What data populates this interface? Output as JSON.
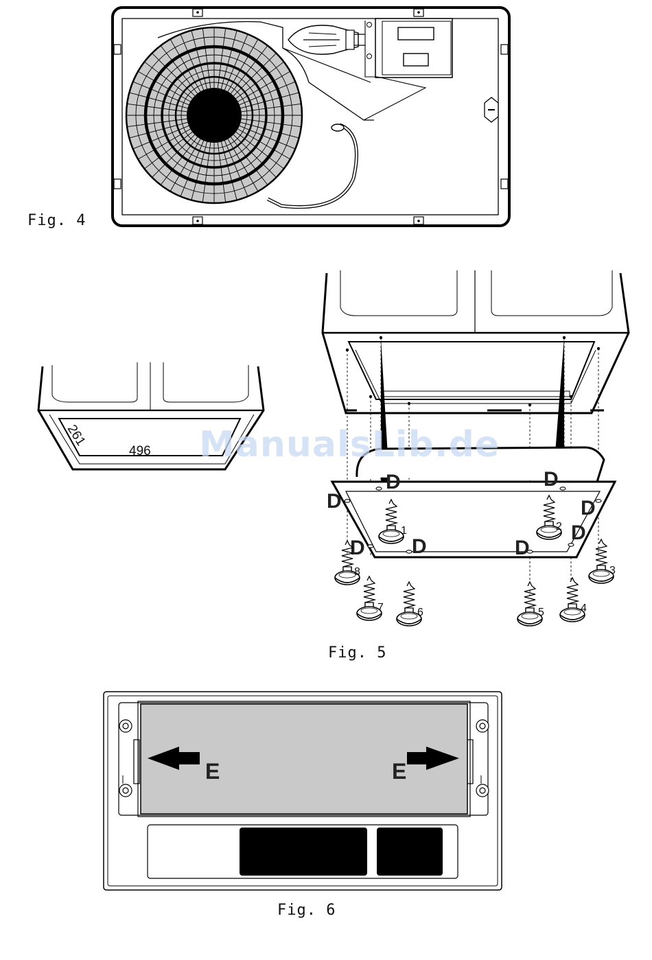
{
  "fig4": {
    "caption": "Fig. 4"
  },
  "fig5": {
    "caption": "Fig. 5",
    "mount_label": "D",
    "screws": [
      "1",
      "2",
      "3",
      "4",
      "5",
      "6",
      "7",
      "8"
    ]
  },
  "fig5_dims": {
    "depth": "261",
    "width": "496"
  },
  "fig6": {
    "caption": "Fig. 6",
    "arrow_label": "E"
  },
  "watermark": "ManualsLib.de",
  "colors": {
    "filter_gray": "#c9c9c9",
    "line": "#000000",
    "watermark": "#c9d9f4"
  }
}
